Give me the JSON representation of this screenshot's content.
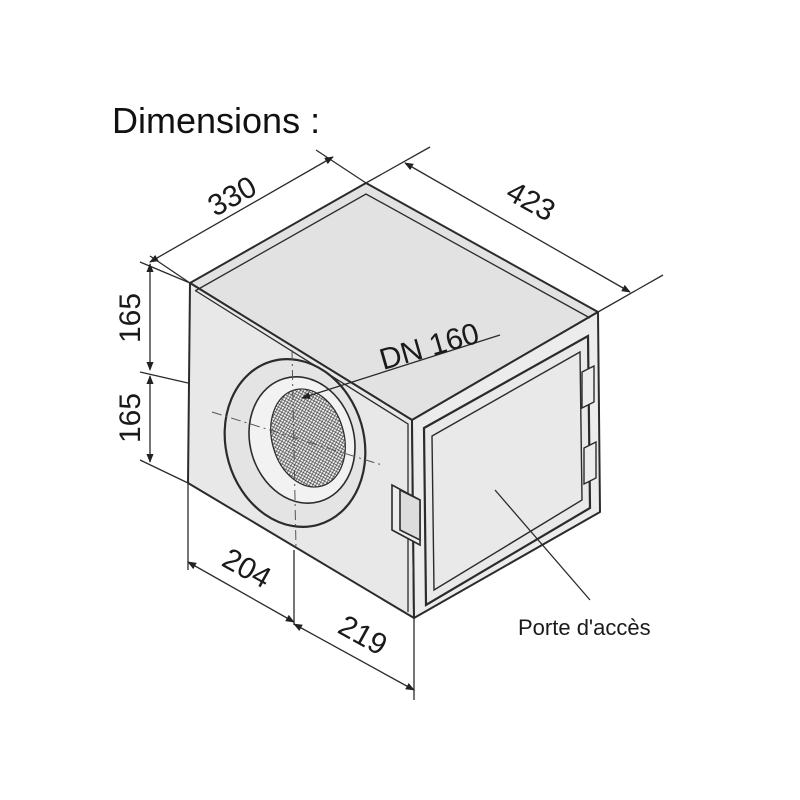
{
  "title": "Dimensions :",
  "dimensions": {
    "top_width": "330",
    "top_depth": "423",
    "height_upper": "165",
    "height_lower": "165",
    "bottom_left": "204",
    "bottom_right": "219"
  },
  "labels": {
    "duct": "DN 160",
    "door": "Porte d'accès"
  },
  "colors": {
    "stroke": "#2b2b2b",
    "face_front": "#e6e6e6",
    "face_side": "#ececec",
    "face_top": "#e2e2e2",
    "grille": "#555555"
  }
}
